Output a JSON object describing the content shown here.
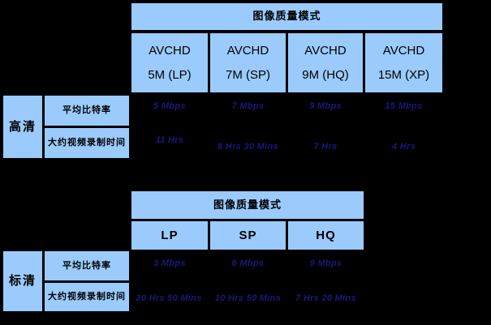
{
  "page": {
    "background_color": "#000000",
    "cell_fill_color": "#9BCBFC",
    "cell_border_color": "#000000",
    "value_text_color": "#18187E"
  },
  "tables": [
    {
      "id": "hd-table",
      "side_label": "高清",
      "header": "图像质量模式",
      "columns": [
        {
          "line1": "AVCHD",
          "line2": "5M (LP)"
        },
        {
          "line1": "AVCHD",
          "line2": "7M (SP)"
        },
        {
          "line1": "AVCHD",
          "line2": "9M (HQ)"
        },
        {
          "line1": "AVCHD",
          "line2": "15M (XP)"
        }
      ],
      "rows": [
        {
          "label": "平均比特率",
          "values": [
            "5 Mbps",
            "7 Mbps",
            "9 Mbps",
            "15 Mbps"
          ]
        },
        {
          "label": "大约视频录制时间",
          "values": [
            "11 Hrs",
            "8 Hrs 30 Mins",
            "7 Hrs",
            "4 Hrs"
          ]
        }
      ]
    },
    {
      "id": "sd-table",
      "side_label": "标清",
      "header": "图像质量模式",
      "columns": [
        {
          "line1": "LP"
        },
        {
          "line1": "SP"
        },
        {
          "line1": "HQ"
        }
      ],
      "rows": [
        {
          "label": "平均比特率",
          "values": [
            "3 Mbps",
            "6 Mbps",
            "9 Mbps"
          ]
        },
        {
          "label": "大约视频录制时间",
          "values": [
            "20 Hrs 50 Mins",
            "10 Hrs 50 Mins",
            "7 Hrs 20 Mins"
          ]
        }
      ]
    }
  ]
}
